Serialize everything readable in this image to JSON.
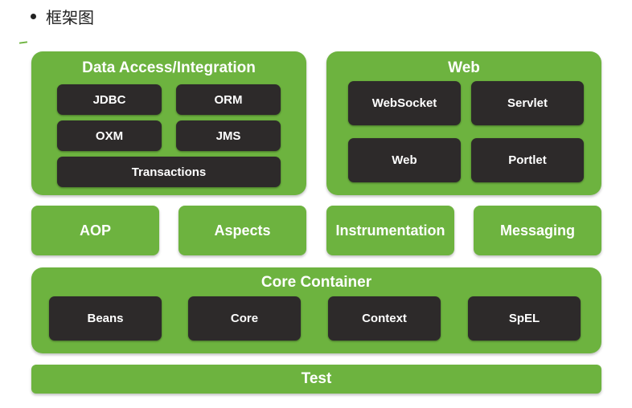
{
  "bullet": {
    "text": "框架图"
  },
  "diagram": {
    "data_access": {
      "title": "Data Access/Integration",
      "items": [
        "JDBC",
        "ORM",
        "OXM",
        "JMS",
        "Transactions"
      ]
    },
    "web": {
      "title": "Web",
      "items": [
        "WebSocket",
        "Servlet",
        "Web",
        "Portlet"
      ]
    },
    "middle": [
      "AOP",
      "Aspects",
      "Instrumentation",
      "Messaging"
    ],
    "core_container": {
      "title": "Core Container",
      "items": [
        "Beans",
        "Core",
        "Context",
        "SpEL"
      ]
    },
    "test": "Test"
  },
  "colors": {
    "green": "#6db33f",
    "dark": "#2d2a2a",
    "text": "#ffffff"
  }
}
